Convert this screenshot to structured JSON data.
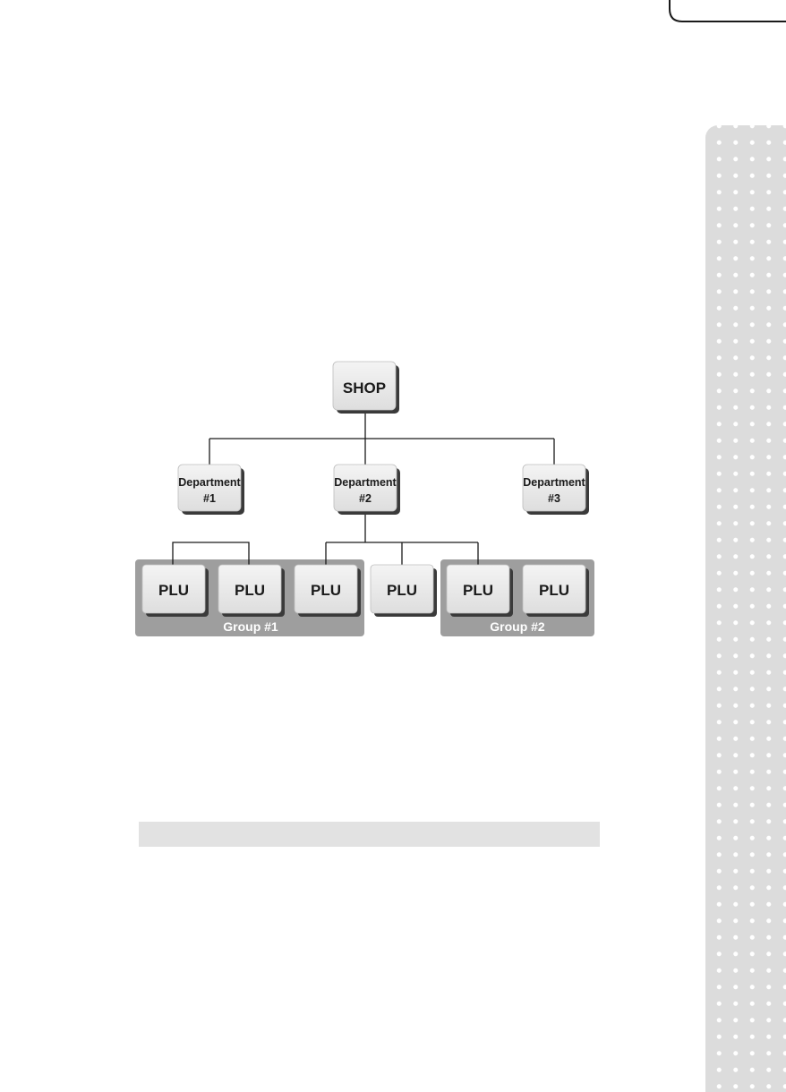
{
  "diagram": {
    "root": {
      "label": "SHOP"
    },
    "departments": [
      {
        "line1": "Department",
        "line2": "#1"
      },
      {
        "line1": "Department",
        "line2": "#2"
      },
      {
        "line1": "Department",
        "line2": "#3"
      }
    ],
    "plus": [
      {
        "label": "PLU"
      },
      {
        "label": "PLU"
      },
      {
        "label": "PLU"
      },
      {
        "label": "PLU"
      },
      {
        "label": "PLU"
      },
      {
        "label": "PLU"
      }
    ],
    "groups": [
      {
        "label": "Group #1"
      },
      {
        "label": "Group #2"
      }
    ]
  },
  "colors": {
    "node_fill": "#ececec",
    "node_shadow": "#3a3a3a",
    "group_fill": "#9e9e9e",
    "strip": "#dcdcdc",
    "bar": "#e2e2e2"
  }
}
